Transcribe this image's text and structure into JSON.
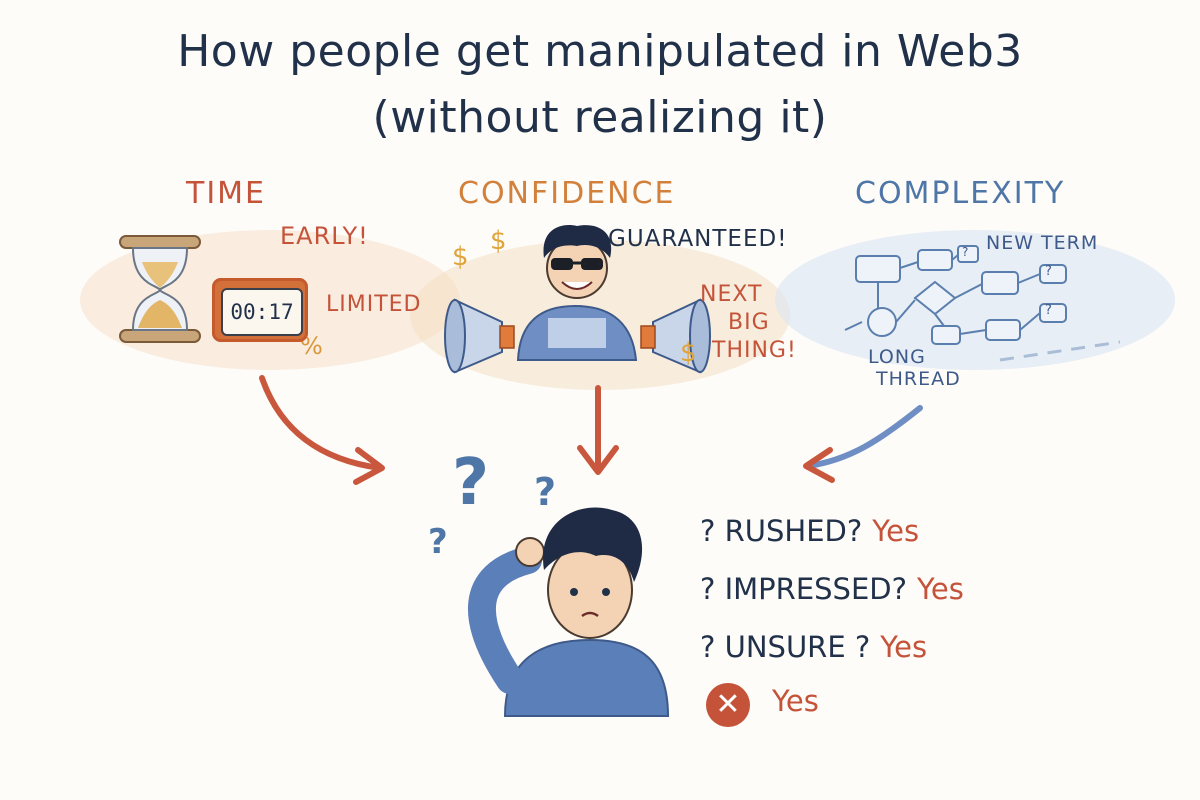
{
  "title": {
    "line1": "How people get manipulated in Web3",
    "line2": "(without realizing it)"
  },
  "columns": {
    "time": {
      "heading": "TIME",
      "labels": [
        "EARLY!",
        "LIMITED",
        "%"
      ],
      "timer": "00:17",
      "color": "#c4533a"
    },
    "confidence": {
      "heading": "CONFIDENCE",
      "labels": [
        "GUARANTEED!",
        "NEXT",
        "BIG",
        "THING!"
      ],
      "symbols": [
        "$",
        "$",
        "$"
      ],
      "color": "#d2813d"
    },
    "complexity": {
      "heading": "COMPLEXITY",
      "labels": [
        "NEW TERM",
        "LONG",
        "THREAD"
      ],
      "node_symbol": "?",
      "color": "#4e76a6"
    }
  },
  "answers": [
    {
      "question": "? RUSHED?",
      "answer": "Yes"
    },
    {
      "question": "? IMPRESSED?",
      "answer": "Yes"
    },
    {
      "question": "? UNSURE ?",
      "answer": "Yes"
    },
    {
      "question": "",
      "answer": "Yes",
      "icon": "x-circle-icon"
    }
  ],
  "confused_marks": [
    "?",
    "?",
    "?"
  ],
  "colors": {
    "ink": "#22314a",
    "red": "#c4533a",
    "orange": "#d2813d",
    "blue": "#4e76a6",
    "shirt": "#5b7fb8"
  }
}
